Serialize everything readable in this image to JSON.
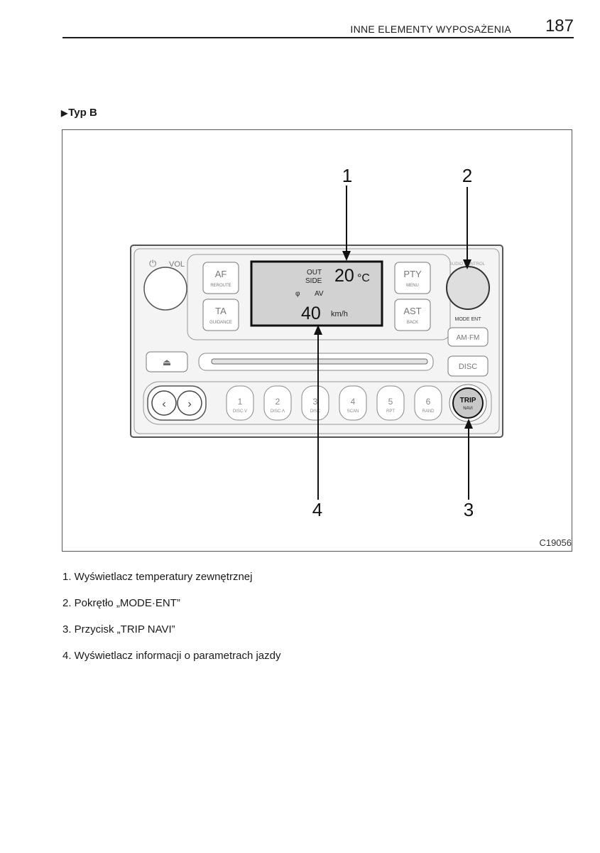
{
  "header": {
    "section": "INNE ELEMENTY WYPOSAŻENIA",
    "page_number": "187"
  },
  "subtitle": {
    "marker": "▶",
    "text": "Typ B"
  },
  "figure": {
    "code": "C19056",
    "callouts": [
      "1",
      "2",
      "3",
      "4"
    ],
    "radio": {
      "vol_label": "VOL",
      "power_symbol": "⏻",
      "af_label": "AF",
      "af_sub": "REROUTE",
      "ta_label": "TA",
      "ta_sub": "GUIDANCE",
      "pty_label": "PTY",
      "pty_sub": "MENU",
      "ast_label": "AST",
      "ast_sub": "BACK",
      "eject_symbol": "⏏",
      "audio_control_label": "AUDIO CONTROL",
      "mode_ent_label": "MODE ENT",
      "am_fm_label": "AM·FM",
      "disc_label": "DISC",
      "trip_label": "TRIP",
      "trip_sub": "NAVI",
      "display": {
        "out_side_1": "OUT",
        "out_side_2": "SIDE",
        "temp": "20",
        "temp_unit": "°C",
        "phi": "φ",
        "av": "AV",
        "speed": "40",
        "speed_unit": "km/h"
      },
      "presets": [
        {
          "num": "1",
          "sub": "DISC·V"
        },
        {
          "num": "2",
          "sub": "DISC·Λ"
        },
        {
          "num": "3",
          "sub": "DISC"
        },
        {
          "num": "4",
          "sub": "SCAN"
        },
        {
          "num": "5",
          "sub": "RPT"
        },
        {
          "num": "6",
          "sub": "RAND"
        }
      ]
    }
  },
  "captions": [
    "1. Wyświetlacz temperatury zewnętrznej",
    "2. Pokrętło „MODE·ENT”",
    "3. Przycisk „TRIP NAVI”",
    "4. Wyświetlacz informacji o parametrach jazdy"
  ]
}
